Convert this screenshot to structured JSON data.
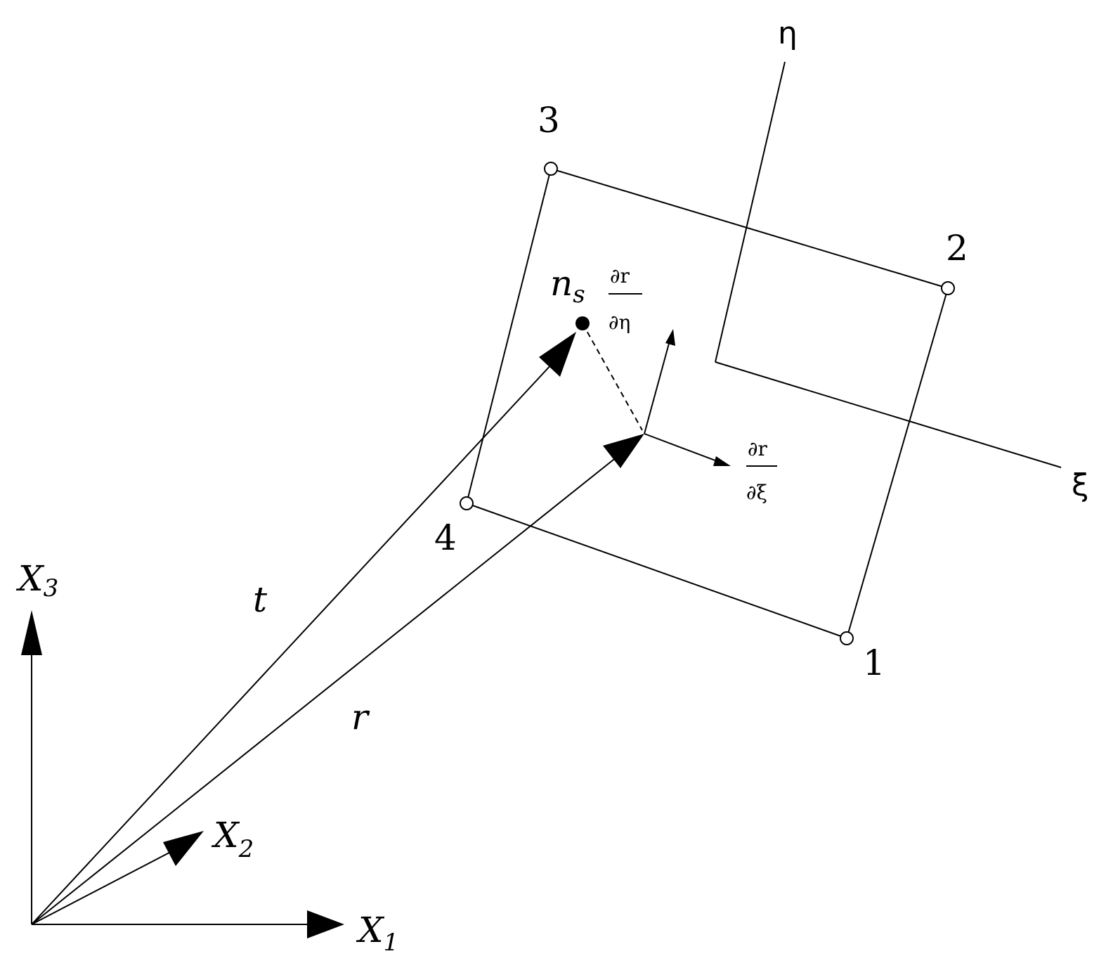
{
  "nodes": {
    "n1": "1",
    "n2": "2",
    "n3": "3",
    "n4": "4"
  },
  "local_axes": {
    "eta": "η",
    "xi": "ξ"
  },
  "global_axes": {
    "x1": {
      "symbol": "X",
      "subscript": "1"
    },
    "x2": {
      "symbol": "X",
      "subscript": "2"
    },
    "x3": {
      "symbol": "X",
      "subscript": "3"
    }
  },
  "vectors": {
    "t": "t",
    "r": "r"
  },
  "source_point": {
    "symbol": "n",
    "subscript": "s"
  },
  "derivatives": {
    "dr_deta": {
      "numerator": "∂r",
      "denominator": "∂η"
    },
    "dr_dxi": {
      "numerator": "∂r",
      "denominator": "∂ξ"
    }
  }
}
